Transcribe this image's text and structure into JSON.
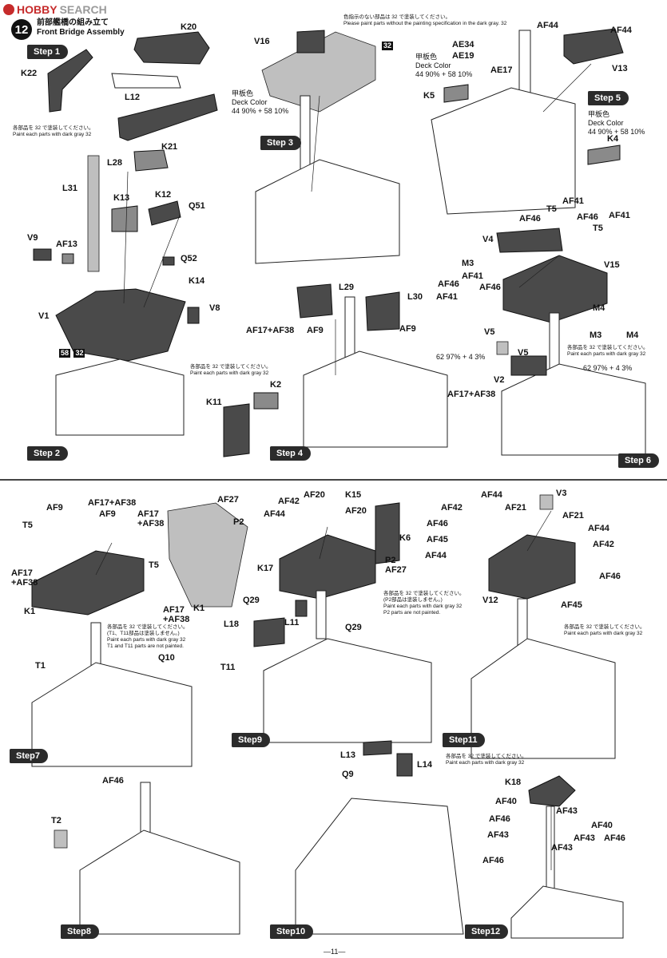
{
  "watermark": {
    "brand_a": "HOBBY",
    "brand_b": "SEARCH"
  },
  "section": {
    "number": "12",
    "title_jp": "前部艦橋の組み立て",
    "title_en": "Front Bridge Assembly"
  },
  "steps": [
    "Step 1",
    "Step 2",
    "Step 3",
    "Step 4",
    "Step 5",
    "Step 6",
    "Step7",
    "Step8",
    "Step9",
    "Step10",
    "Step11",
    "Step12"
  ],
  "notes": {
    "paint_dark_jp": "各部品を 32 で塗装してください。",
    "paint_dark_en": "Paint each parts with dark gray 32",
    "no_paint_jp": "色指示のない部品は 32 で塗装してください。",
    "no_paint_en": "Please paint parts without the painting specification in the dark gray. 32",
    "step7_jp": "(T1、T11部品は塗装しません。)",
    "step7_en": "T1 and T11 parts are not painted.",
    "step9_jp": "(P2部品は塗装しません。)",
    "step9_en": "P2 parts are not painted.",
    "deck_jp": "甲板色",
    "deck_en": "Deck Color",
    "deck_mix": "44 90% + 58 10%",
    "v5_mix": "62 97% + 4 3%",
    "color_box_32": "32",
    "color_box_58": "58"
  },
  "labels": {
    "s1": [
      "K20",
      "K22",
      "L12",
      "K21"
    ],
    "s2": [
      "L28",
      "L31",
      "K13",
      "K12",
      "Q51",
      "V9",
      "AF13",
      "Q52",
      "K14",
      "V1",
      "V8"
    ],
    "s3": [
      "V16",
      "32"
    ],
    "s4": [
      "L29",
      "L30",
      "AF17+AF38",
      "AF9",
      "AF9",
      "K11",
      "K2",
      "AF17+AF38"
    ],
    "s5": [
      "AE34",
      "AE19",
      "AE17",
      "AF44",
      "AF44",
      "V13",
      "K5",
      "K4"
    ],
    "s6": [
      "AF41",
      "T5",
      "AF46",
      "AF46",
      "AF41",
      "T5",
      "V4",
      "M3",
      "AF46",
      "AF41",
      "AF46",
      "AF41",
      "V15",
      "M4",
      "V5",
      "V5",
      "M3",
      "M4",
      "V2"
    ],
    "s7": [
      "AF17+AF38",
      "AF9",
      "AF9",
      "T5",
      "AF17",
      "+AF38",
      "T5",
      "AF17",
      "+AF38",
      "K1",
      "AF17",
      "+AF38",
      "K1",
      "T1",
      "Q10"
    ],
    "s8": [
      "AF46",
      "T2"
    ],
    "s9": [
      "AF27",
      "AF42",
      "AF20",
      "K15",
      "P2",
      "AF44",
      "AF20",
      "K6",
      "K17",
      "P2",
      "AF27",
      "L18",
      "L11",
      "Q29",
      "Q29",
      "T11"
    ],
    "s10": [
      "L13",
      "L14",
      "Q9"
    ],
    "s11": [
      "AF44",
      "V3",
      "AF42",
      "AF21",
      "AF46",
      "AF21",
      "AF44",
      "AF45",
      "AF42",
      "AF44",
      "AF46",
      "V12",
      "AF45"
    ],
    "s12": [
      "K18",
      "AF40",
      "AF43",
      "AF46",
      "AF40",
      "AF43",
      "AF43",
      "AF46",
      "AF43",
      "AF46"
    ]
  },
  "page_number": "—11—"
}
